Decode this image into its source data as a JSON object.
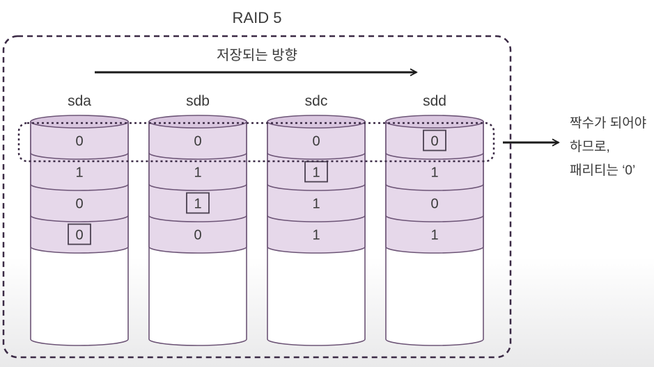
{
  "title": "RAID 5",
  "direction_label": "저장되는 방향",
  "note_lines": [
    "짝수가 되어야",
    "하므로,",
    "패리티는 ‘0’"
  ],
  "colors": {
    "stroke": "#6c5476",
    "fill": "#e6d8ea",
    "fill_shade": "#d9c6df",
    "text": "#3a3a3a",
    "dashed": "#3b2a45"
  },
  "disks": [
    {
      "name": "sda",
      "blocks": [
        "0",
        "1",
        "0",
        "0"
      ],
      "parity_row": 3
    },
    {
      "name": "sdb",
      "blocks": [
        "0",
        "1",
        "1",
        "0"
      ],
      "parity_row": 2
    },
    {
      "name": "sdc",
      "blocks": [
        "0",
        "1",
        "1",
        "1"
      ],
      "parity_row": 1
    },
    {
      "name": "sdd",
      "blocks": [
        "0",
        "1",
        "0",
        "1"
      ],
      "parity_row": 0
    }
  ]
}
